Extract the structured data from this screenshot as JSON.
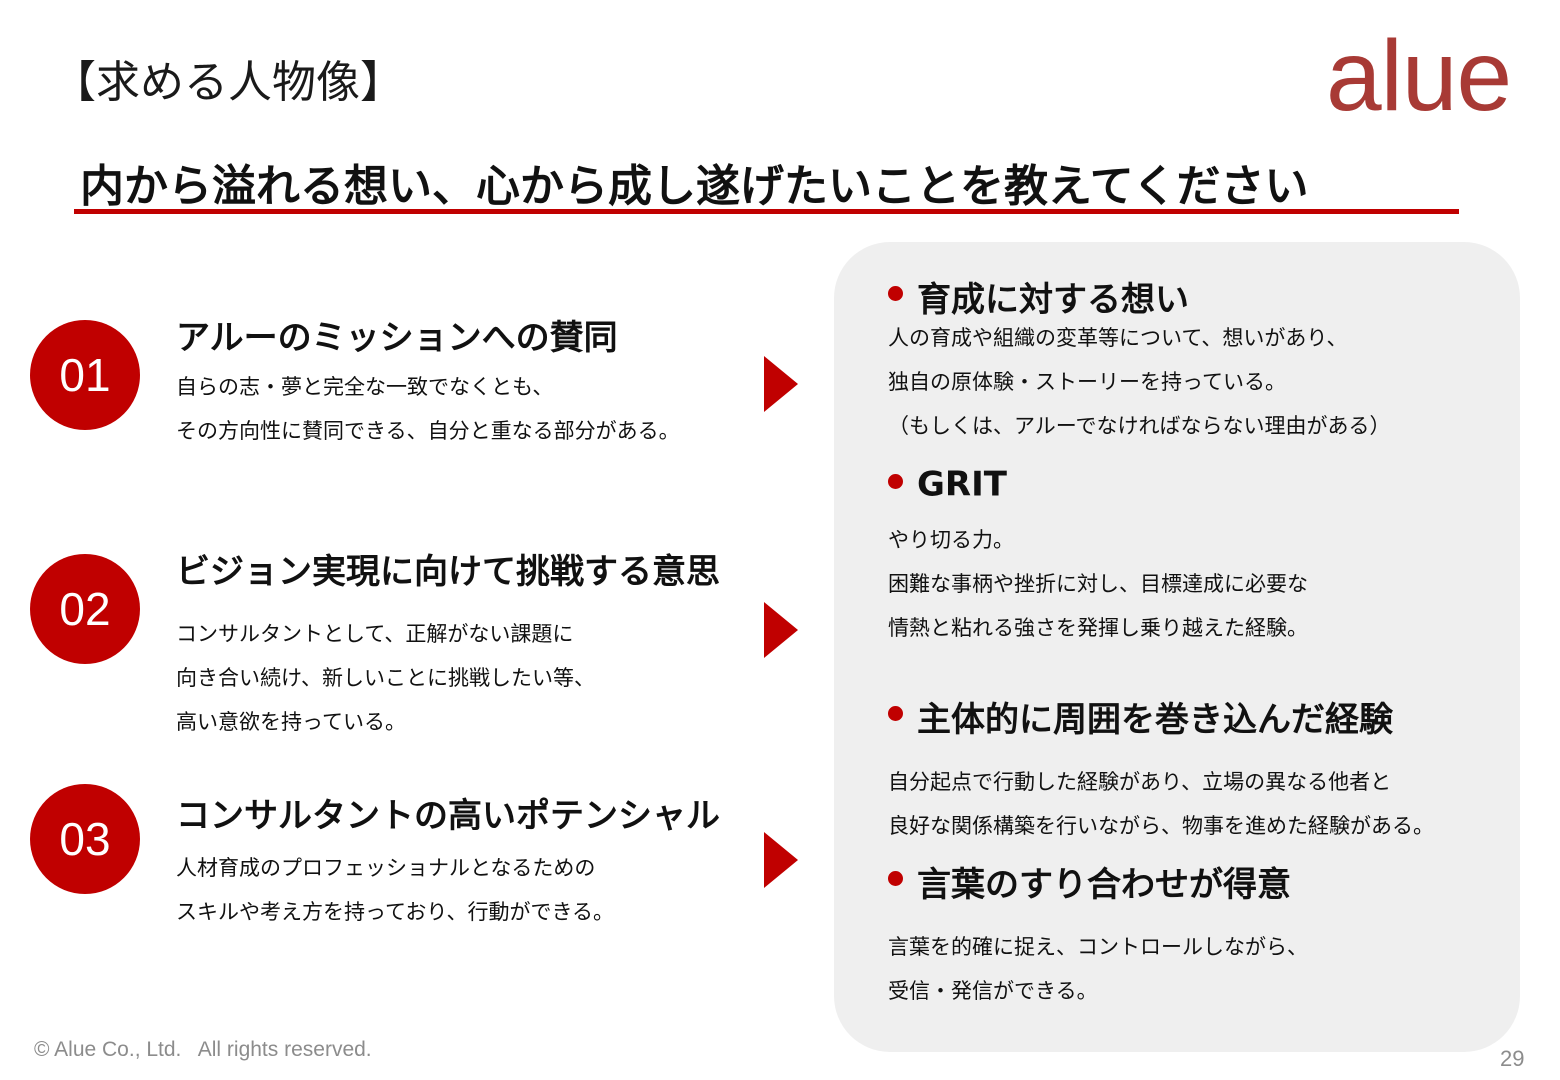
{
  "header": {
    "section_title": "【求める人物像】",
    "logo_text": "alue",
    "headline": "内から溢れる想い、心から成し遂げたいことを教えてください"
  },
  "items": [
    {
      "number": "01",
      "title": "アルーのミッションへの賛同",
      "lines": [
        "自らの志・夢と完全な一致でなくとも、",
        "その方向性に賛同できる、自分と重なる部分がある。"
      ]
    },
    {
      "number": "02",
      "title": "ビジョン実現に向けて挑戦する意思",
      "lines": [
        "コンサルタントとして、正解がない課題に",
        "向き合い続け、新しいことに挑戦したい等、",
        "高い意欲を持っている。"
      ]
    },
    {
      "number": "03",
      "title": "コンサルタントの高いポテンシャル",
      "lines": [
        "人材育成のプロフェッショナルとなるための",
        "スキルや考え方を持っており、行動ができる。"
      ]
    }
  ],
  "qualities": [
    {
      "title": "育成に対する想い",
      "lines": [
        "人の育成や組織の変革等について、想いがあり、",
        "独自の原体験・ストーリーを持っている。",
        "（もしくは、アルーでなければならない理由がある）"
      ]
    },
    {
      "title": "GRIT",
      "lines": [
        "やり切る力。",
        "困難な事柄や挫折に対し、目標達成に必要な",
        "情熱と粘れる強さを発揮し乗り越えた経験。"
      ]
    },
    {
      "title": "主体的に周囲を巻き込んだ経験",
      "lines": [
        "自分起点で行動した経験があり、立場の異なる他者と",
        "良好な関係構築を行いながら、物事を進めた経験がある。"
      ]
    },
    {
      "title": "言葉のすり合わせが得意",
      "lines": [
        "言葉を的確に捉え、コントロールしながら、",
        "受信・発信ができる。"
      ]
    }
  ],
  "footer": {
    "copyright": "© Alue Co., Ltd.   All rights reserved.",
    "page_number": "29"
  },
  "colors": {
    "accent": "#c00000",
    "logo": "#a83a35",
    "panel_bg": "#efefef",
    "footer_text": "#8c8c8c"
  }
}
